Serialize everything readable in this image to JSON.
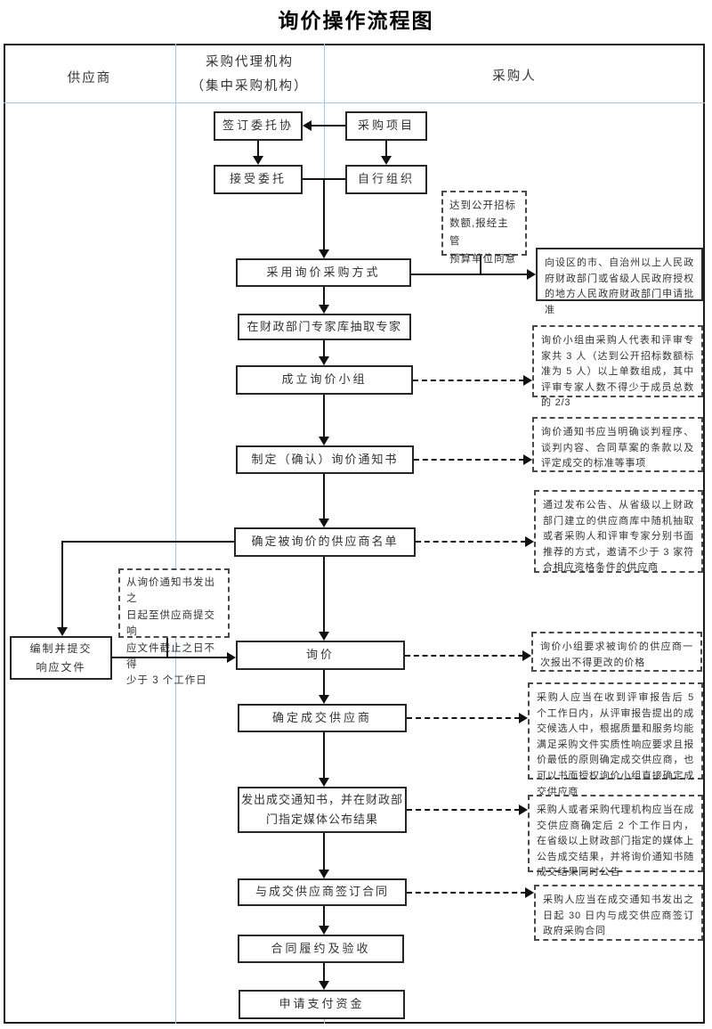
{
  "title": "询价操作流程图",
  "columns": {
    "supplier": "供应商",
    "agency": "采购代理机构\n（集中采购机构）",
    "purchaser": "采购人"
  },
  "nodes": {
    "sign_agreement": "签订委托协",
    "purchase_project": "采购项目",
    "accept_entrust": "接受委托",
    "self_organize": "自行组织",
    "adopt_inquiry": "采用询价采购方式",
    "extract_experts": "在财政部门专家库抽取专家",
    "form_group": "成立询价小组",
    "make_notice": "制定（确认）询价通知书",
    "determine_suppliers": "确定被询价的供应商名单",
    "prepare_response": "编制并提交\n响应文件",
    "inquiry": "询价",
    "determine_winner": "确定成交供应商",
    "issue_notice": "发出成交通知书，并在财政部\n门指定媒体公布结果",
    "sign_contract": "与成交供应商签订合同",
    "perform_contract": "合同履约及验收",
    "request_payment": "申请支付资金"
  },
  "conditions": {
    "open_tender": "达到公开招标\n数额,报经主管\n预算单位同意",
    "response_deadline": "从询价通知书发出之\n日起至供应商提交响\n应文件截止之日不得\n少于 3 个工作日"
  },
  "annotations": {
    "approval": "向设区的市、自治州以上人民政府财政部门或省级人民政府授权的地方人民政府财政部门申请批准",
    "group_composition": "询价小组由采购人代表和评审专家共 3 人（达到公开招标数额标准为 5 人）以上单数组成，其中评审专家人数不得少于成员总数的 2/3",
    "notice_content": "询价通知书应当明确谈判程序、谈判内容、合同草案的条款以及评定成交的标准等事项",
    "supplier_selection": "通过发布公告、从省级以上财政部门建立的供应商库中随机抽取或者采购人和评审专家分别书面推荐的方式，邀请不少于 3 家符合相应资格条件的供应商",
    "one_quote": "询价小组要求被询价的供应商一次报出不得更改的价格",
    "winner_determination": "采购人应当在收到评审报告后 5 个工作日内，从评审报告提出的成交候选人中，根据质量和服务均能满足采购文件实质性响应要求且报价最低的原则确定成交供应商，也可以书面授权询价小组直接确定成交供应商",
    "result_announcement": "采购人或者采购代理机构应当在成交供应商确定后 2 个工作日内，在省级以上财政部门指定的媒体上公告成交结果，并将询价通知书随成交结果同时公告",
    "contract_deadline": "采购人应当在成交通知书发出之日起 30 日内与成交供应商签订政府采购合同"
  },
  "colors": {
    "divider_blue": "#a7c6e7",
    "line_black": "#141414"
  }
}
